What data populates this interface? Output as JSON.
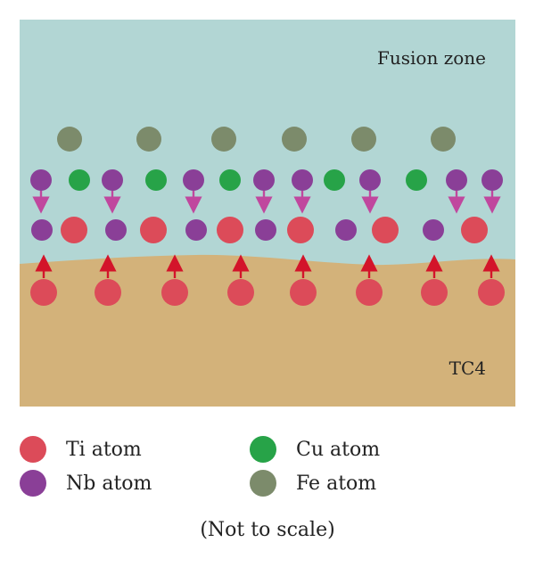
{
  "labels": {
    "fusion_zone": "Fusion zone",
    "substrate": "TC4",
    "note": "(Not to scale)"
  },
  "colors": {
    "fusion_zone": "#b2d6d4",
    "substrate": "#d3b27a",
    "ti": "#dc4b59",
    "nb": "#8a3f97",
    "cu": "#27a348",
    "fe": "#7c8b6b",
    "nb_arrow": "#c0479e",
    "ti_arrow": "#d3142a"
  },
  "legend": [
    {
      "key": "ti",
      "label": "Ti atom",
      "color": "#dc4b59"
    },
    {
      "key": "cu",
      "label": "Cu atom",
      "color": "#27a348"
    },
    {
      "key": "nb",
      "label": "Nb atom",
      "color": "#8a3f97"
    },
    {
      "key": "fe",
      "label": "Fe atom",
      "color": "#7c8b6b"
    }
  ],
  "atom_rows": {
    "fe_row": [
      "fe",
      "fe",
      "fe",
      "fe",
      "fe",
      "fe"
    ],
    "upper_row": [
      "nb",
      "cu",
      "nb",
      "cu",
      "nb",
      "cu",
      "nb",
      "nb",
      "cu",
      "nb",
      "cu",
      "nb"
    ],
    "interface_row": [
      "nb",
      "ti",
      "nb",
      "ti",
      "nb",
      "ti",
      "nb",
      "ti",
      "nb",
      "ti",
      "nb",
      "ti"
    ],
    "substrate_row": [
      "ti",
      "ti",
      "ti",
      "ti",
      "ti",
      "ti",
      "ti",
      "ti"
    ]
  }
}
